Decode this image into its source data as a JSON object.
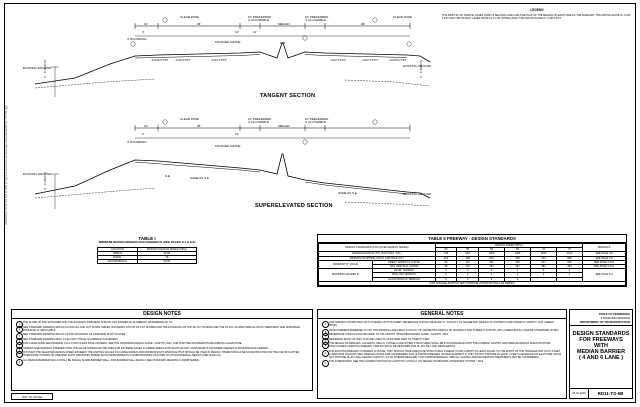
{
  "legend": {
    "title": "LEGEND",
    "text": "THE FIRST 24' OF TRAFFIC LANES (FIRST & SECOND LANE) AND ONE HALF OF THE MEDIAN ON EACH SIDE OF THE ROADWAY: THE CROSS-SLOPE IS -0.020 FT/FT AND THE TRAFFIC LANES FROM 24' TO 36' (THIRD LANE): THE CROSS-SLOPE IS -0.025 FT/FT."
  },
  "tangent": {
    "title": "TANGENT SECTION",
    "labels": {
      "clear_zone": "CLEAR ZONE",
      "median": "MEDIAN",
      "w12": "12'",
      "w36": "36'",
      "w4": "4'",
      "w10": "10'",
      "w12b": "12'",
      "rounding": "4' ROUNDING",
      "pref": "10' PREFERRED",
      "allow": "4' ALLOWABLE",
      "pref2": "10' PREFERRED",
      "allow2": "4' ALLOWABLE",
      "finished": "FINISHED GRADE",
      "existing": "EXISTING GROUND",
      "existing2": "EXISTING GROUND",
      "slope1": "-0.02 FT/FT",
      "slope2": "-0.02 FT/FT",
      "slope3": "-0.025 FT/FT",
      "slope4": "-0.02 FT/FT",
      "slope5": "-0.02 FT/FT",
      "slope6": "-0.025 FT/FT",
      "min": "3' - 4' DEPTH",
      "min2": "3' - 4' DEPTH"
    }
  },
  "super": {
    "title": "SUPERELEVATED SECTION",
    "labels": {
      "clear_zone": "CLEAR ZONE",
      "median": "MEDIAN",
      "w12": "12'",
      "w36": "36'",
      "w4": "4'",
      "w10": "10'",
      "rounding": "4' ROUNDING",
      "pref": "10' PREFERRED",
      "allow": "4' ALLOWABLE",
      "pref2": "10' PREFERRED",
      "allow2": "4' ALLOWABLE",
      "finished": "FINISHED GRADE",
      "existing": "EXISTING GROUND",
      "existing2": "EXISTING GROUND",
      "same_se": "SAME AS  S.E.",
      "same_se2": "SAME AS  S.E.",
      "se": "S.E.",
      "min": "3' - 4' DEPTH"
    }
  },
  "table1": {
    "title": "TABLE I",
    "subtitle": "MINIMUM DESIGN SPEEDS FOR FREEWAYS (SEE PAGES 8-1 & 8-2)",
    "col1": "LOCATION",
    "col2": "MINIMUM DESIGN SPEED (MPH)",
    "rows": [
      [
        "URBAN",
        "50-60"
      ],
      [
        "RURAL",
        "70"
      ],
      [
        "MOUNTAINOUS",
        "50-60"
      ]
    ]
  },
  "table2": {
    "title": "TABLE II    FREEWAY - DESIGN STANDARDS",
    "h_left": "DESIGN STANDARDS (FOR GIVEN DESIGN SPEED)",
    "h_mid": "DESIGN SPEED (MPH)",
    "h_right": "REMARKS",
    "speeds": [
      "50",
      "55",
      "60",
      "65",
      "70",
      "75"
    ],
    "rows": [
      {
        "a": "MINIMUM RADIUS (FT.) (8.0% MAX. S.E.)",
        "b": "",
        "v": [
          "758",
          "960",
          "1200",
          "1480",
          "1810",
          "2210"
        ],
        "r": "SEE PAGE 3-8"
      },
      {
        "a": "MINIMUM STOPPING SIGHT DISTANCE (FT.)",
        "b": "",
        "v": [
          "425",
          "495",
          "570",
          "645",
          "730",
          "820"
        ],
        "r": "SEE PAGE 3-8"
      },
      {
        "a": "MINIMUM \"K\" VALUE",
        "b": "CREST VERTICAL CURVE",
        "v": [
          "84",
          "114",
          "151",
          "193",
          "247",
          "312"
        ],
        "r": "SEE PAGE 3-152"
      },
      {
        "a": "",
        "b": "SAG VERTICAL CURVE",
        "v": [
          "96",
          "115",
          "136",
          "157",
          "181",
          "206"
        ],
        "r": "SEE PAGE 3-161"
      },
      {
        "a": "MAXIMUM GRADES %",
        "b": "LEVEL TERRAIN",
        "v": [
          "4",
          "4",
          "3",
          "3",
          "3",
          "3"
        ],
        "r": "SEE PAGE 8-4"
      },
      {
        "a": "",
        "b": "ROLLING TERRAIN",
        "v": [
          "5",
          "5",
          "4",
          "4",
          "4",
          "4"
        ],
        "r": ""
      },
      {
        "a": "",
        "b": "MOUNTAINOUS TERRAIN",
        "v": [
          "6",
          "6",
          "6",
          "5",
          "-",
          "-"
        ],
        "r": ""
      }
    ],
    "footer": "FOR SUPERELEVATION SEE STANDARD DRAWING RD11-SE SERIES"
  },
  "design_notes": {
    "title": "DESIGN NOTES",
    "items": [
      {
        "n": "1",
        "t": "THE SLOPE OF THE SHOULDER AND THE ROADWAY PAVEMENT SHOULD NOT EXCEED AN ALGEBRAIC DIFFERENCE OF 7%."
      },
      {
        "n": "2",
        "t": "SEE STANDARD DRAWING RD11-S-11 FOR FILL AND CUT SLOPE TABLES. ROUNDING ON TOP OF CUT SLOPES AND TOE ROUNDING ON TOP OF CUT SLOPES AND TOE OF FILL SLOPES SPECIAL ROCK TREATMENT AND SUBGRADE ROUNDING IF APPLICABLE."
      },
      {
        "n": "3",
        "t": "SEE STANDARD DRAWING RD11-S-12 FOR ROUNDING OF ROADSIDE DITCH SLOPES."
      },
      {
        "n": "4",
        "t": "SEE STANDARD DRAWING RD11-TS-3A FOR TYPICAL GUARDRAIL PLACEMENT."
      },
      {
        "n": "5",
        "t": "FOR CLEAR ZONE SEE DRAWING S-C2-1 FOR CLEAR ZONE CRITERIA. SEE THE \"ROADSIDE DESIGN GUIDE\", AASHTO, 2011, FOR FURTHER INFORMATION REGARDING CLEAR ZONE."
      },
      {
        "n": "6",
        "t": "GRADES ONE PERCENT STEEPER THAN THE VALUE SHOWN MAY BE USED FOR EXTREME CASES IN URBAN AREAS WITH RIGHT-OF-WAY CONSTRAINTS OR WHERE NEEDED IN MOUNTAINOUS TERRAIN."
      },
      {
        "n": "7",
        "t": "IN TOUGH THE SELECTED DESIGN SPEED EXCEEDS THE LIMITING VALUES OF CURVE RADIUS AND MINIMUM SIGHT DISTANCE THAT SHOULD BE USED IN DESIGN. THERE SHOULD BE NO RESTRICTION ON THE USE OF FLATTER HORIZONTAL CURVES OR GREATER SIGHT DISTANCES WHERE SUCH IMPROVEMENTS CAN BE PROVIDED AS A PART OF AN ECONOMICAL DESIGN (SEE PAGE 3-6)."
      },
      {
        "n": "8",
        "t": "ALL MEDIAN BARRIER WALLS SHALL BE SINGLE SLOPE BARRIER WALL. FOR BARRIER WALL DETAILS SEE STANDARD DRAWING S-SSMB SERIES."
      }
    ]
  },
  "general_notes": {
    "title": "GENERAL NOTES",
    "items": [
      {
        "n": "A",
        "t": "FOR SPECIFIC CONDITIONS NOT COVERED ON THIS SHEET, REFERENCE SHOULD BE MADE TO \"A POLICY OF GEOMETRIC DESIGN OF HIGHWAYS AND STREETS\" AASHTO, 2011 (GREEN BOOK)."
      },
      {
        "n": "B",
        "t": "PAGE NUMBERS REFERRED TO ON THIS DRAWING ARE FROM \"A POLICY OF GEOMETRIC DESIGN OF HIGHWAYS AND STREETS\" AASHTO, 2011 (GREEN BOOK), UNLESS OTHERWISE NOTED."
      },
      {
        "n": "C",
        "t": "REFERENCE SHOULD ALSO BE MADE TO THE AASHTO \"ROADSIDE DESIGN GUIDE,\" AASHTO, 2011."
      },
      {
        "n": "D",
        "t": "DESIRABLE RIGHT-OF-WAY IS SLOPE LINES PLUS FIFTEEN FEET TO TWENTY FEET."
      },
      {
        "n": "E",
        "t": "THE DESIGN OF BRIDGES, CULVERTS, WALLS, TUNNELS AND OTHER STRUCTURES SHALL BE IN ACCORDANCE WITH THE CURRENT AASHTO LRFD BRIDGE DESIGN SPECIFICATIONS. STRUCTURES CARRYING FREEWAY TRAFFIC SHALL BE DESIGNED FOR HL-93 LIVE LOAD DESIGNATION."
      },
      {
        "n": "F",
        "t": "FOR EXISTING BRIDGES TO REMAIN IN PLACE, THEY SHOULD HAVE ADEQUATE STRUCTURAL STRENGTH AND A WIDTH AT LEAST EQUAL TO THE WIDTH OF THE TRAVELED WAY PLUS 4 FEET CLEARANCE ON EACH SIDE. BRIDGES SHOULD BE CONSIDERED FOR ULTIMATE WIDENING OR REPLACEMENT IF THEY DO NOT PROVIDE AT LEAST 4 FEET CLEARANCE ON EACH SIDE OR DO NOT PROVIDE HL-93 LIVE LOADING CAPACITY. AS AN INTERIM MEASURE, FOR NARROW BRIDGES, SPECIAL SIGNING AND DELINEATION TREATMENTS MAY BE CONSIDERED."
      },
      {
        "n": "G",
        "t": "FOR INTERSTATES, SEE THE CURRENT EDITION OF AASHTO'S \"A POLICY ON DESIGN STANDARDS-INTERSTATE SYSTEM,\" 2016."
      }
    ]
  },
  "title_block": {
    "state": "STATE OF TENNESSEE",
    "dept1": "STANDARD DRAWING",
    "dept2": "DEPARTMENT OF TRANSPORTATION",
    "line1": "DESIGN STANDARDS",
    "line2": "FOR FREEWAYS",
    "line3": "WITH",
    "line4": "MEDIAN BARRIER",
    "line5": "( 4 AND 6 LANE )",
    "date": "01-01-2019",
    "number": "RD11-TS-5B"
  },
  "footer": {
    "scale": "NOT TO SCALE"
  },
  "sidebar": {
    "path": "2/28/2019 10:29:42 AM   G:\\RD11 Typical Sections and Design Standards\\RD11-TS-5B.dgn"
  }
}
